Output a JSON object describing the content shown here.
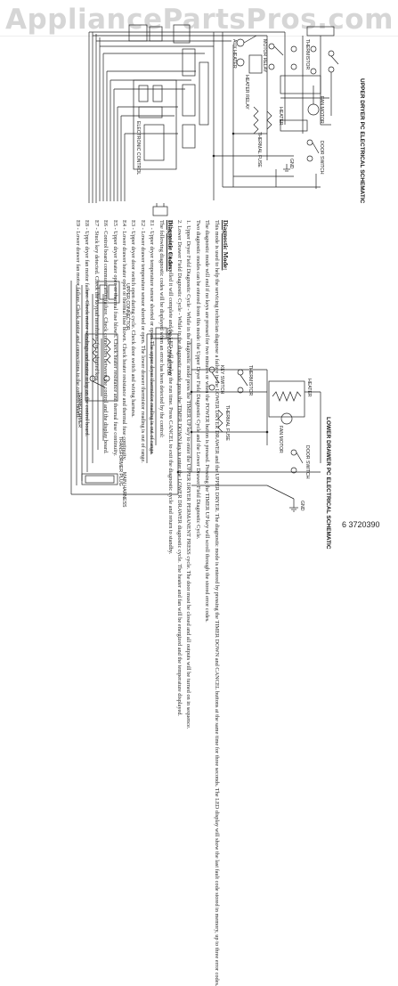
{
  "watermark": "AppliancePartsPros.com",
  "part_number": "6 3720390",
  "diagnostic_mode": {
    "heading": "Diagnostic Mode:",
    "p1": "This mode is used to help the servicing technician diagnose a failure in the LOWER DRYER DRAWER and the UPPER DRYER. The diagnostic mode is entered by pressing the TIMER DOWN and CANCEL buttons at the same time for three seconds. The LED display will show the last fault code stored in memory, up to three error codes.",
    "p2": "The diagnostic mode will end if no keys are pressed for two minutes or when the POWER button is pressed. Pressing the TIMER UP key will scroll through the stored error codes.",
    "p3": "Two diagnostic modes can be entered from this mode: the Upper Dryer Field Diagnostic Cycle and the Lower Drawer Field Diagnostic Cycle.",
    "p4": "1. Upper Dryer Field Diagnostic Cycle - While in the diagnostic mode press the TIMER UP key to enter the UPPER DRYER PERMANENT PRESS cycle. The door must be closed and all outputs will be turned on in sequence.",
    "p5": "2. Lower Drawer Field Diagnostic Cycle - While in the diagnostic mode press the TIMER DOWN key to enter the LOWER DRAWER diagnostic cycle. The heater and fan will be energized and the temperature displayed.",
    "p6": "If the cycle is not cancelled it will complete and the LED will display the run time. Press CANCEL to exit the diagnostic cycle and return to standby."
  },
  "diagnostic_codes": {
    "heading": "Diagnostic Codes:",
    "intro": "The following diagnostic codes will be displayed when an error has been detected by the control:",
    "codes": [
      "E1 - Upper dryer temperature sensor shorted or open. The upper dryer thermistor reading is out of range.",
      "E2 - Lower drawer temperature sensor shorted or open. The lower drawer thermistor reading is out of range.",
      "E3 - Upper dryer door switch open during cycle. Check door switch and wiring harness.",
      "E4 - Lower drawer heater open or thermal fuse blown. Check heater resistance and thermal fuse continuity.",
      "E5 - Upper dryer heater open or thermal fuse blown. Check heater resistance and thermal fuse continuity.",
      "E6 - Control board communication failure. Check connectors between the control and the display board.",
      "E7 - Stuck key detected. Check the keypad membrane for a shorted key.",
      "E8 - Upper dryer fan motor failure. Check motor windings and motor relay on the control board.",
      "E9 - Lower drawer fan motor failure. Check motor and connections to the control board."
    ]
  },
  "upper_schematic": {
    "caption": "UPPER DRYER PC ELECTRICAL SCHEMATIC",
    "labels": {
      "thermal_fuse": "THERMAL FUSE",
      "heater": "HEATER",
      "door_switch": "DOOR SWITCH",
      "fan_motor": "FAN MOTOR",
      "thermistor": "THERMISTOR",
      "motor_relay": "MOTOR RELAY",
      "heater_relay": "HEATER RELAY",
      "aux": "AUX HEATER",
      "control": "ELECTRONIC CONTROL",
      "gnd": "GND"
    }
  },
  "lower_schematic": {
    "caption": "LOWER DRAWER PC ELECTRICAL SCHEMATIC",
    "labels": {
      "transformer": "TRANSFORMER",
      "transformer_plug": "TRANSFORMER PLUG",
      "thermal_fuse": "THERMAL FUSE",
      "door_switch": "DOOR SWITCH",
      "fan_motor": "FAN MOTOR",
      "heater": "HEATER",
      "key_switch": "KEY SWITCH",
      "thermistor": "THERMISTOR",
      "upper_connector": "UPPER CONNECTOR",
      "lower_connector": "LOWER CONNECTOR",
      "main_harness": "MAIN HARNESS",
      "gnd": "GND"
    }
  }
}
